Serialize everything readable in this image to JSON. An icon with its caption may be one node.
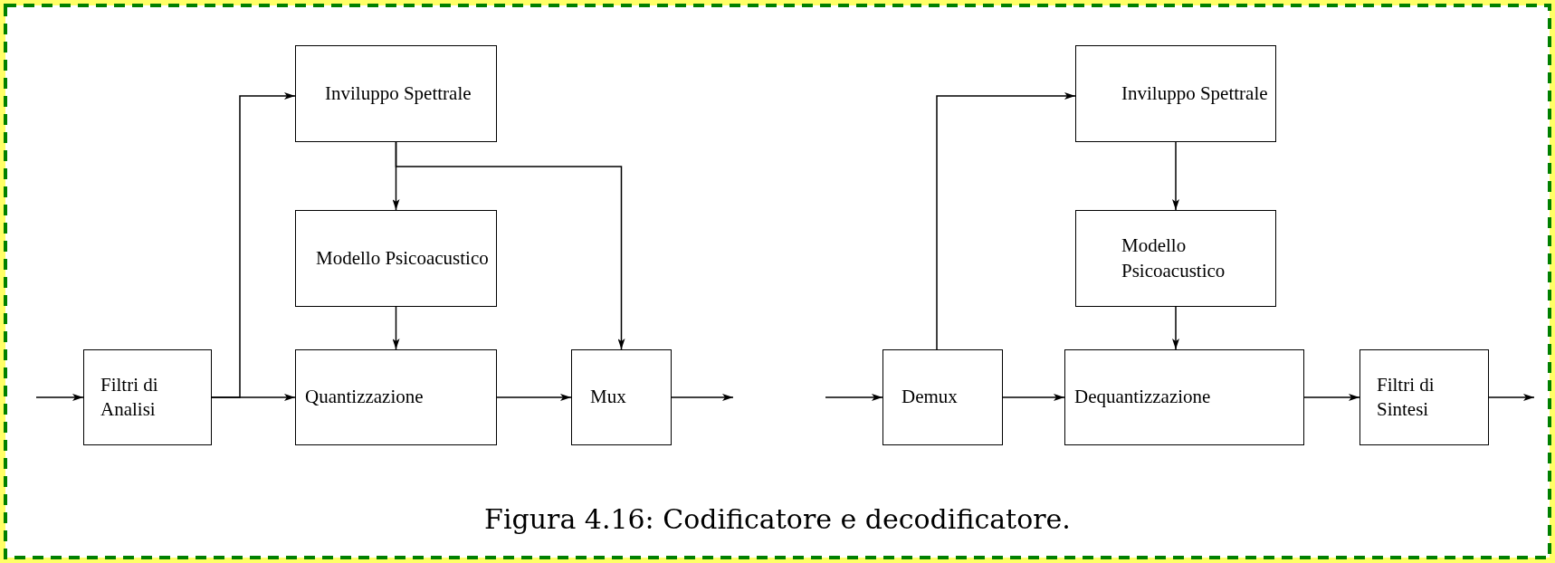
{
  "diagram": {
    "caption": "Figura 4.16: Codificatore e decodificatore.",
    "nodes": [
      {
        "text": [
          "Filtri di Analisi"
        ]
      },
      {
        "text": [
          "Inviluppo Spettrale"
        ]
      },
      {
        "text": [
          "Modello Psicoacustico"
        ]
      },
      {
        "text": [
          "Quantizzazione"
        ]
      },
      {
        "text": [
          "Mux"
        ]
      },
      {
        "text": [
          "Demux"
        ]
      },
      {
        "text": [
          "Inviluppo Spettrale"
        ]
      },
      {
        "text": [
          "Modello Psicoacustico"
        ]
      },
      {
        "text": [
          "Dequantizzazione"
        ]
      },
      {
        "text": [
          "Filtri di Sintesi"
        ]
      }
    ],
    "edges": [
      {
        "from": null,
        "to": 0,
        "arrow": "to"
      },
      {
        "from": 0,
        "to": 3,
        "arrow": "to"
      },
      {
        "from": 0,
        "to": 1,
        "arrow": "to"
      },
      {
        "from": 1,
        "to": 2,
        "arrow": "to"
      },
      {
        "from": 1,
        "to": 4,
        "arrow": "to"
      },
      {
        "from": 2,
        "to": 3,
        "arrow": "to"
      },
      {
        "from": 3,
        "to": 4,
        "arrow": "to"
      },
      {
        "from": 4,
        "to": null,
        "arrow": "to"
      },
      {
        "from": null,
        "to": 5,
        "arrow": "to"
      },
      {
        "from": 5,
        "to": 6,
        "arrow": "to"
      },
      {
        "from": 5,
        "to": 8,
        "arrow": "to"
      },
      {
        "from": 6,
        "to": 7,
        "arrow": "to"
      },
      {
        "from": 7,
        "to": 8,
        "arrow": "to"
      },
      {
        "from": 8,
        "to": 9,
        "arrow": "to"
      },
      {
        "from": 9,
        "to": null,
        "arrow": "to"
      }
    ]
  }
}
